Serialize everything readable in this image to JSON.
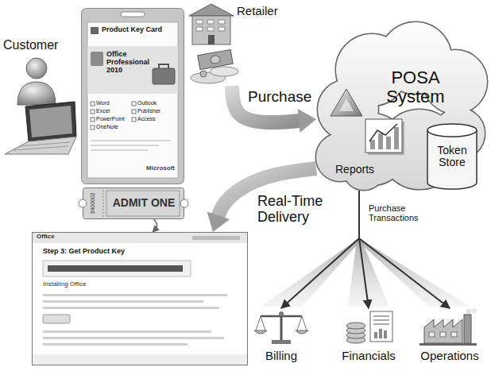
{
  "diagram": {
    "nodes": [
      {
        "text": [
          "Customer"
        ]
      },
      {
        "text": [
          "Product Key Card",
          "Office Professional 2010",
          "Word",
          "Excel",
          "PowerPoint",
          "OneNote",
          "Outlook",
          "Publisher",
          "Access",
          "Microsoft"
        ]
      },
      {
        "text": [
          "Retailer"
        ]
      },
      {
        "text": [
          "POSA System"
        ]
      },
      {
        "text": [
          "Reports"
        ],
        "in": 3
      },
      {
        "text": [
          "Token Store"
        ],
        "in": 3
      },
      {
        "text": [
          "ADMIT ONE",
          "3400002"
        ]
      },
      {
        "text": [
          "Office",
          "Step 3: Get Product Key",
          "Installing Office"
        ]
      },
      {
        "text": [
          "Billing"
        ]
      },
      {
        "text": [
          "Financials"
        ]
      },
      {
        "text": [
          "Operations"
        ]
      }
    ],
    "edges": [
      {
        "from": 2,
        "to": 3,
        "arrow": "to",
        "label": "Purchase"
      },
      {
        "from": 3,
        "to": 7,
        "arrow": "to",
        "label": "Real-Time Delivery"
      },
      {
        "from": 6,
        "to": 7,
        "arrow": "to"
      },
      {
        "from": 3,
        "to": 8,
        "arrow": "to"
      },
      {
        "from": 3,
        "to": 9,
        "arrow": "to",
        "label": "Purchase Transactions"
      },
      {
        "from": 3,
        "to": 10,
        "arrow": "to"
      }
    ]
  }
}
